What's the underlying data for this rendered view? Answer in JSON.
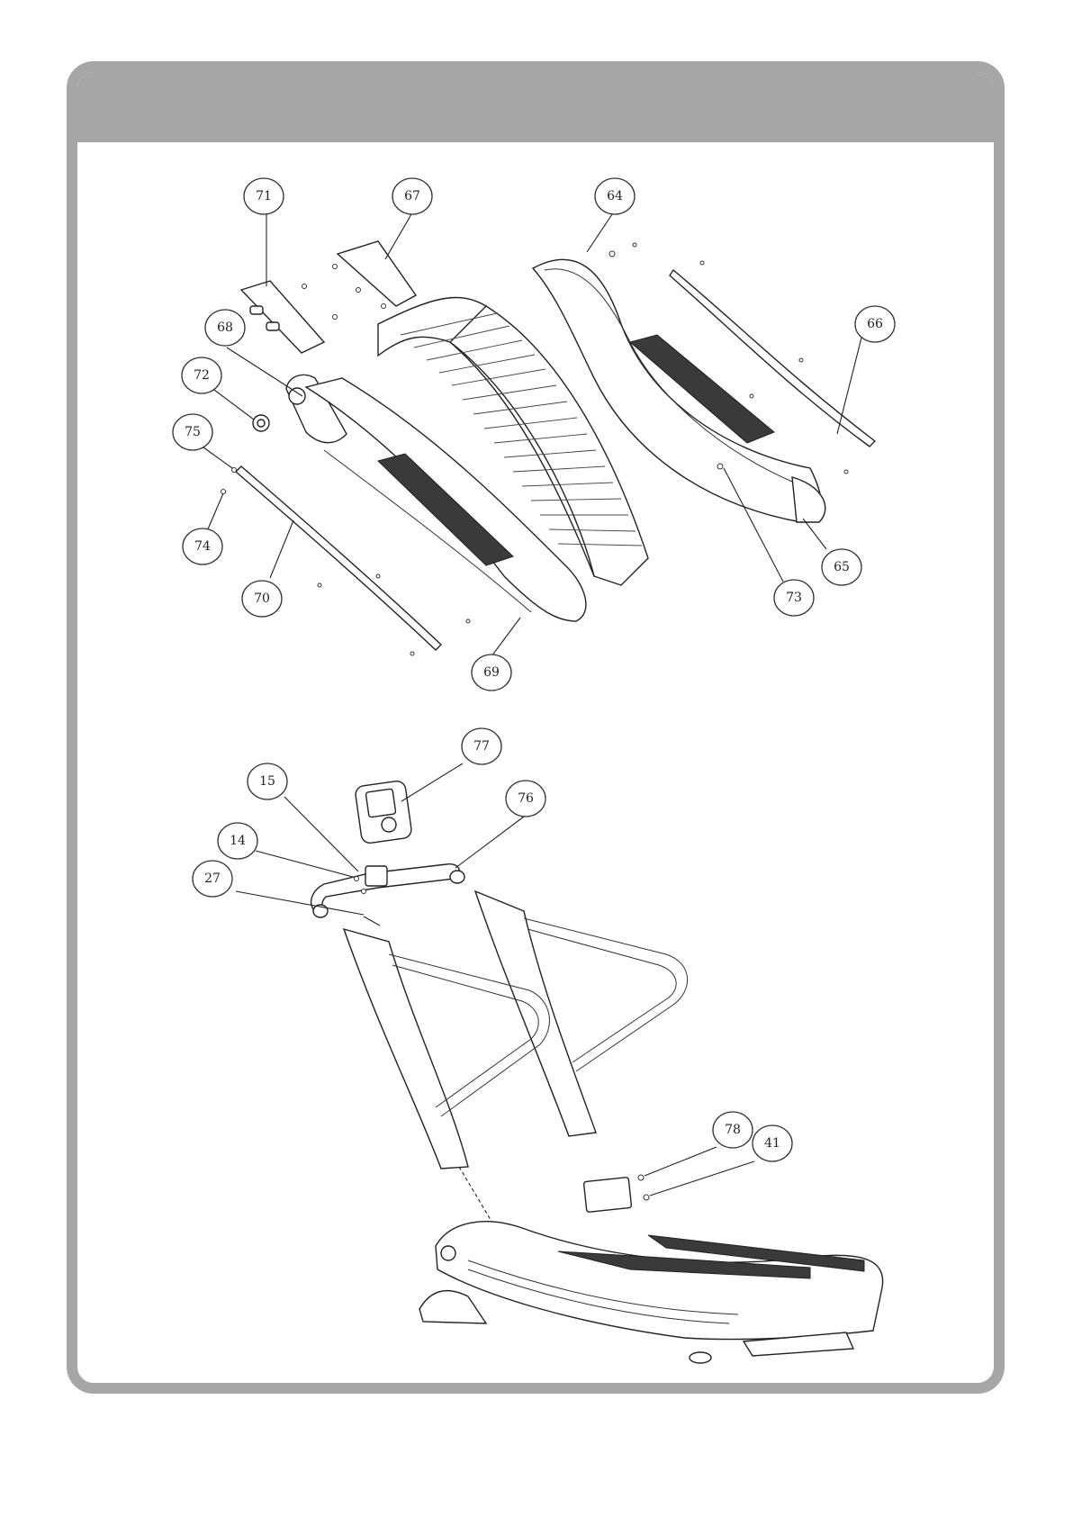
{
  "callouts": [
    {
      "id": "71",
      "label": "71"
    },
    {
      "id": "67",
      "label": "67"
    },
    {
      "id": "64",
      "label": "64"
    },
    {
      "id": "68",
      "label": "68"
    },
    {
      "id": "66",
      "label": "66"
    },
    {
      "id": "72",
      "label": "72"
    },
    {
      "id": "75",
      "label": "75"
    },
    {
      "id": "74",
      "label": "74"
    },
    {
      "id": "70",
      "label": "70"
    },
    {
      "id": "73",
      "label": "73"
    },
    {
      "id": "65",
      "label": "65"
    },
    {
      "id": "69",
      "label": "69"
    },
    {
      "id": "77",
      "label": "77"
    },
    {
      "id": "15",
      "label": "15"
    },
    {
      "id": "76",
      "label": "76"
    },
    {
      "id": "14",
      "label": "14"
    },
    {
      "id": "27",
      "label": "27"
    },
    {
      "id": "78",
      "label": "78"
    },
    {
      "id": "41",
      "label": "41"
    }
  ],
  "colors": {
    "frame": "#a6a6a6",
    "line": "#222222",
    "mesh": "#3a3a3a"
  }
}
